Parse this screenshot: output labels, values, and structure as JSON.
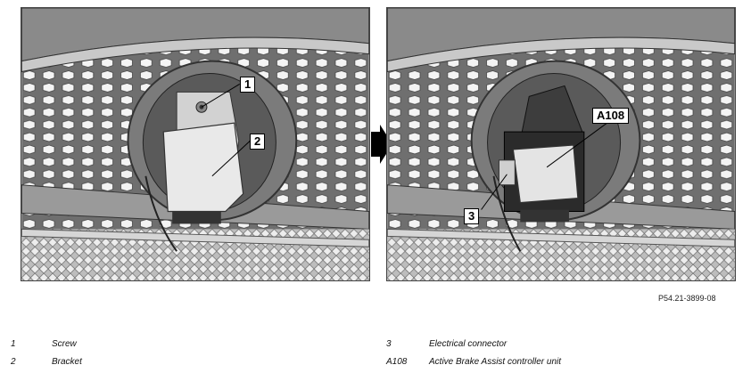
{
  "figure": {
    "code": "P54.21-3899-08",
    "callouts": {
      "left": [
        "1",
        "2"
      ],
      "right": [
        "A108",
        "3"
      ]
    }
  },
  "legend": [
    {
      "number": "1",
      "label": "Screw"
    },
    {
      "number": "2",
      "label": "Bracket"
    },
    {
      "number": "3",
      "label": "Electrical connector"
    },
    {
      "number": "A108",
      "label": "Active Brake Assist controller unit"
    }
  ]
}
